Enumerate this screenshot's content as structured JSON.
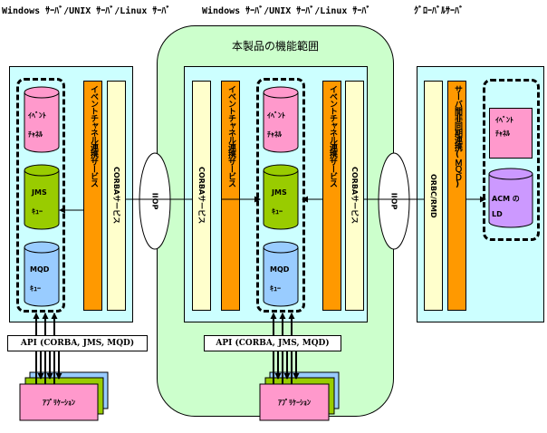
{
  "headers": {
    "left_server": "Windows ｻｰﾊﾞ/UNIX ｻｰﾊﾞ/Linux ｻｰﾊﾞ",
    "center_server": "Windows ｻｰﾊﾞ/UNIX ｻｰﾊﾞ/Linux ｻｰﾊﾞ",
    "global_server": "ｸﾞﾛｰﾊﾞﾙｻｰﾊﾞ"
  },
  "scope_title": "本製品の機能範囲",
  "components": {
    "event_channel": [
      "ｲﾍﾞﾝﾄ",
      "ﾁｬﾈﾙ"
    ],
    "jms_queue": [
      "JMS",
      "ｷｭｰ"
    ],
    "mqd_queue": [
      "MQD",
      "ｷｭｰ"
    ],
    "acm_ld": [
      "ACM の",
      "LD"
    ]
  },
  "bars": {
    "event_channel_link_service": "イベントチャネル連携サービス",
    "corba_service": "CORBAサービス",
    "server_async_link": "サーバ間非同期連携(ＭＱＤ)",
    "orbc_rmd": "ORBC/RMD"
  },
  "protocol": "IIOP",
  "api_label": "API (CORBA, JMS, MQD)",
  "app_label": "ｱﾌﾟﾘｹｰｼｮﾝ",
  "colors": {
    "scope_bg": "#ccffcc",
    "server_bg": "#ccffff",
    "link_service": "#ff9900",
    "corba_service": "#ffffcc",
    "event_channel": "#ff99cc",
    "jms_queue": "#99cc00",
    "mqd_queue": "#99ccff",
    "acm_ld": "#cc99ff",
    "application": "#ff99cc"
  }
}
